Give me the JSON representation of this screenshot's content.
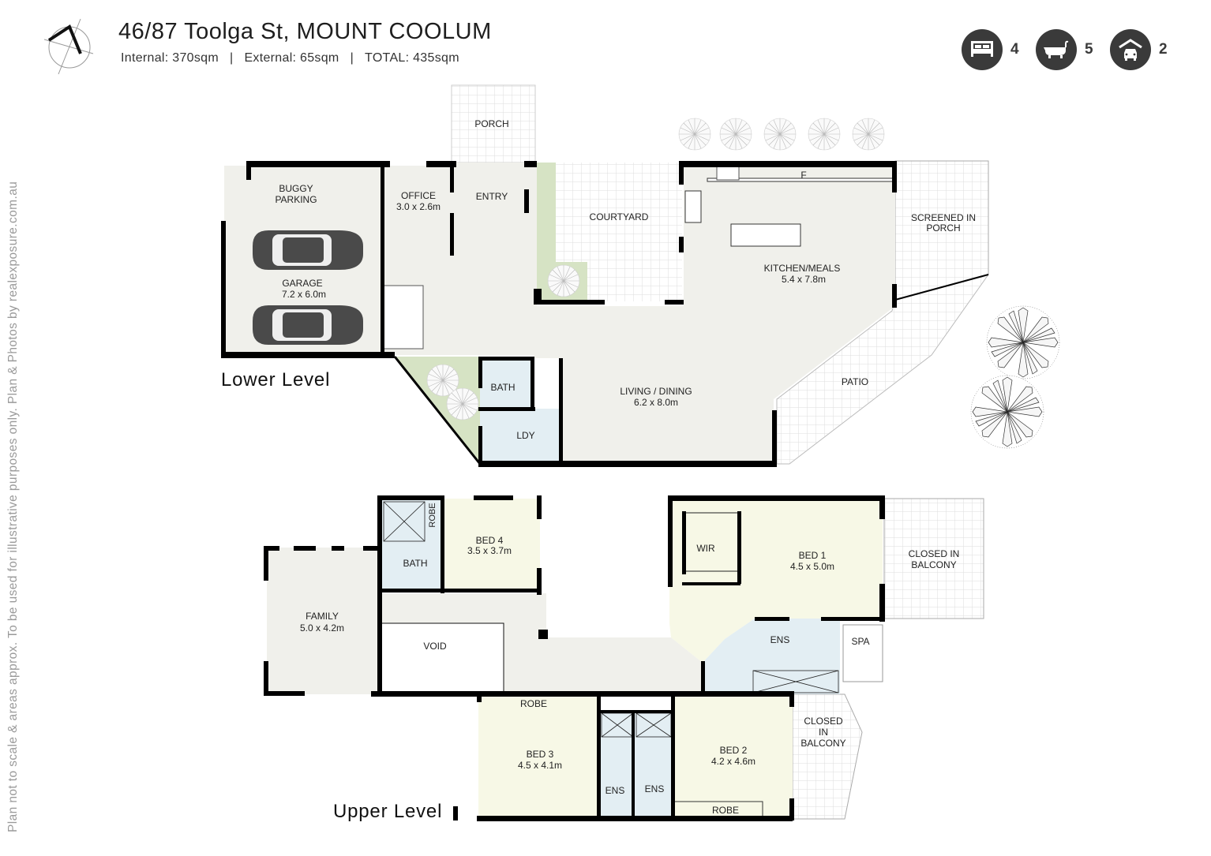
{
  "header": {
    "address": "46/87 Toolga St, MOUNT COOLUM",
    "internal": "Internal: 370sqm",
    "external": "External: 65sqm",
    "total": "TOTAL: 435sqm",
    "separator": "|"
  },
  "stats": [
    {
      "icon": "bed-icon",
      "count": "4"
    },
    {
      "icon": "bath-icon",
      "count": "5"
    },
    {
      "icon": "garage-car-icon",
      "count": "2"
    }
  ],
  "side_note": "Plan not to scale & areas approx. To be used for illustrative purposes only. Plan & Photos by realexposure.com.au",
  "colors": {
    "wall": "#000000",
    "living": "#f0f0eb",
    "bedroom": "#f7f8e6",
    "wet": "#e3eef3",
    "garden": "#d6e3c4",
    "outdoor_grid": "#dcdcdc",
    "icon_bg": "#3a3a3a"
  },
  "lower_level": {
    "label": "Lower Level",
    "rooms": {
      "porch": "PORCH",
      "buggy_parking": "BUGGY\nPARKING",
      "office_name": "OFFICE",
      "office_dim": "3.0 x 2.6m",
      "entry": "ENTRY",
      "courtyard": "COURTYARD",
      "garage_name": "GARAGE",
      "garage_dim": "7.2 x 6.0m",
      "kitchen_name": "KITCHEN/MEALS",
      "kitchen_dim": "5.4 x 7.8m",
      "fridge": "F",
      "screened_porch_1": "SCREENED IN",
      "screened_porch_2": "PORCH",
      "living_name": "LIVING / DINING",
      "living_dim": "6.2 x 8.0m",
      "patio": "PATIO",
      "bath": "BATH",
      "laundry": "LDY"
    }
  },
  "upper_level": {
    "label": "Upper Level",
    "rooms": {
      "robe_bed4": "ROBE",
      "bed4_name": "BED 4",
      "bed4_dim": "3.5 x 3.7m",
      "bath": "BATH",
      "family_name": "FAMILY",
      "family_dim": "5.0 x 4.2m",
      "void": "VOID",
      "wir": "WIR",
      "bed1_name": "BED 1",
      "bed1_dim": "4.5 x 5.0m",
      "balcony1_1": "CLOSED IN",
      "balcony1_2": "BALCONY",
      "ens_bed1": "ENS",
      "spa": "SPA",
      "robe_bed3": "ROBE",
      "bed3_name": "BED 3",
      "bed3_dim": "4.5 x 4.1m",
      "ens_a": "ENS",
      "ens_b": "ENS",
      "bed2_name": "BED 2",
      "bed2_dim": "4.2 x 4.6m",
      "robe_bed2": "ROBE",
      "balcony2_1": "CLOSED",
      "balcony2_2": "IN",
      "balcony2_3": "BALCONY"
    }
  }
}
